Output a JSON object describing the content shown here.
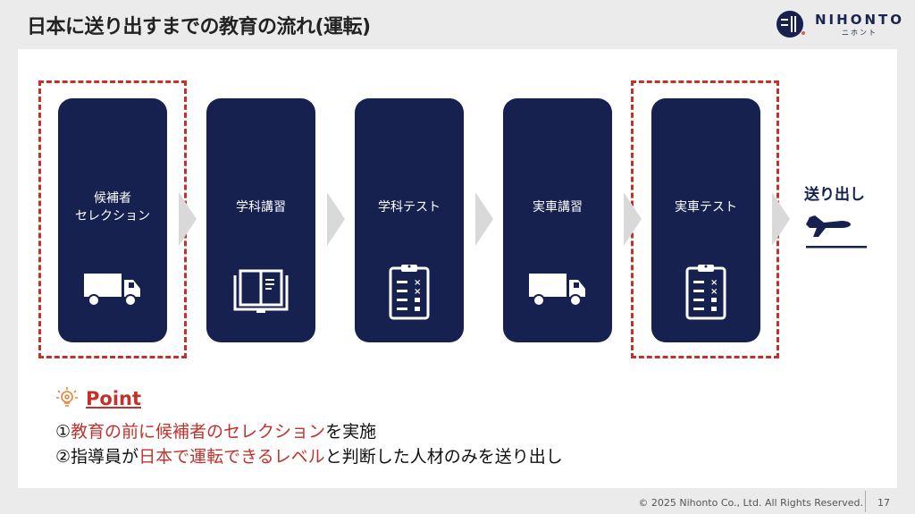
{
  "title": "日本に送り出すまでの教育の流れ(運転)",
  "logo": {
    "name": "NIHONTO",
    "sub": "ニホント"
  },
  "steps": [
    {
      "line1": "候補者",
      "line2": "セレクション",
      "icon": "truck-icon"
    },
    {
      "line1": "学科講習",
      "line2": "",
      "icon": "book-icon"
    },
    {
      "line1": "学科テスト",
      "line2": "",
      "icon": "clipboard-icon"
    },
    {
      "line1": "実車講習",
      "line2": "",
      "icon": "truck-icon"
    },
    {
      "line1": "実車テスト",
      "line2": "",
      "icon": "clipboard-icon"
    }
  ],
  "send_label": "送り出し",
  "point": {
    "title": "Point",
    "line1": {
      "num": "①",
      "red": "教育の前に候補者のセレクション",
      "rest": "を実施"
    },
    "line2": {
      "num": "②",
      "pre": "指導員が",
      "red": "日本で運転できるレベル",
      "rest": "と判断した人材のみを送り出し"
    }
  },
  "footer": "© 2025 Nihonto Co., Ltd. All Rights Reserved.",
  "page": "17",
  "colors": {
    "navy": "#16214f",
    "red": "#c0322b",
    "orange": "#e8833a"
  }
}
